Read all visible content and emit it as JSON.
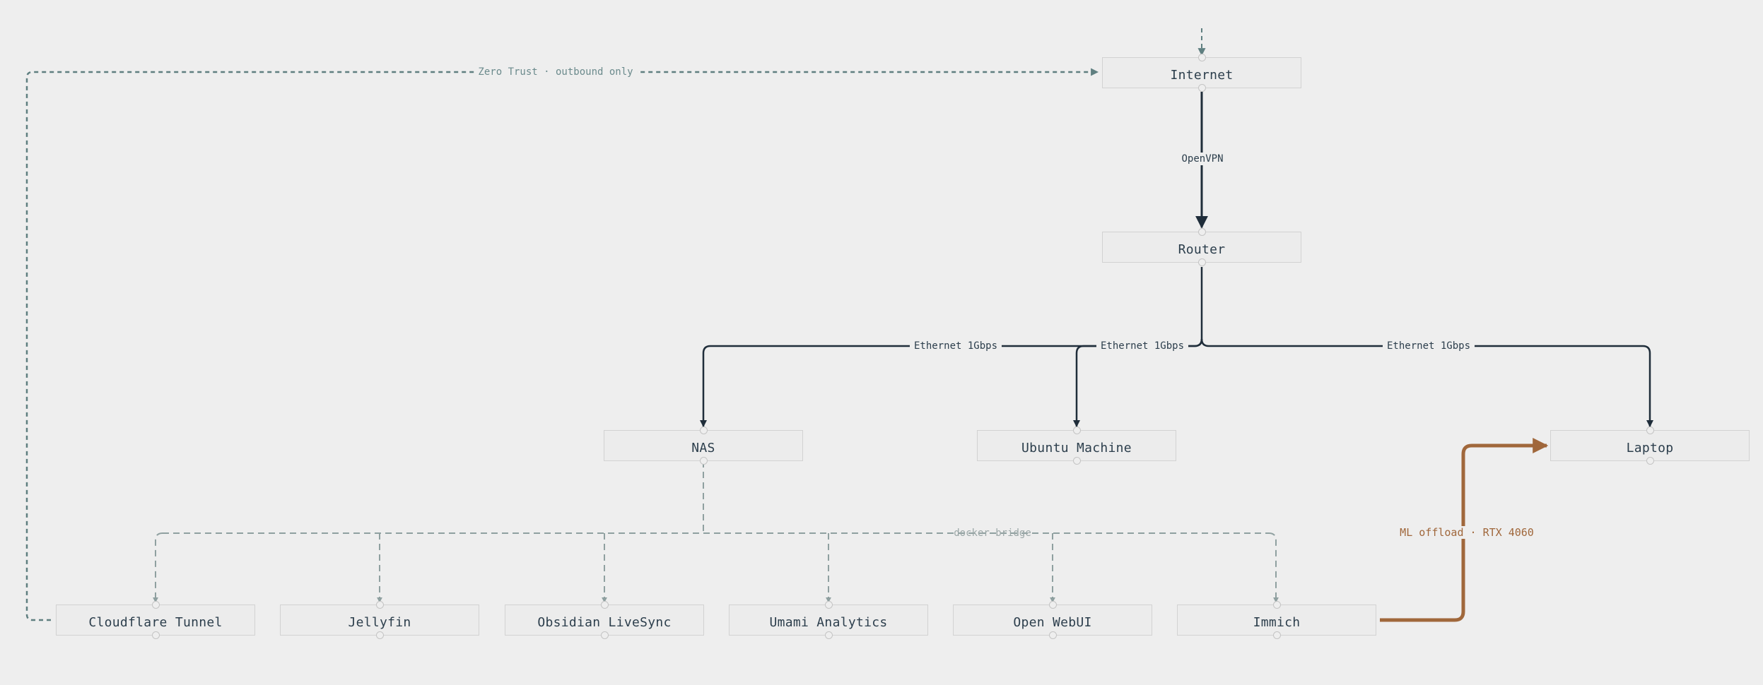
{
  "nodes": {
    "internet": "Internet",
    "router": "Router",
    "nas": "NAS",
    "ubuntu": "Ubuntu Machine",
    "laptop": "Laptop",
    "cloudflare": "Cloudflare Tunnel",
    "jellyfin": "Jellyfin",
    "obsidian": "Obsidian LiveSync",
    "umami": "Umami Analytics",
    "openwebui": "Open WebUI",
    "immich": "Immich"
  },
  "edges": {
    "openvpn": "OpenVPN",
    "eth_nas": "Ethernet 1Gbps",
    "eth_ubuntu": "Ethernet 1Gbps",
    "eth_laptop": "Ethernet 1Gbps",
    "zero_trust": "Zero Trust · outbound only",
    "docker_bridge": "docker bridge",
    "ml_offload": "ML offload · RTX 4060"
  },
  "colors": {
    "background": "#eeeeee",
    "node_border": "#d2d2d2",
    "dark_edge": "#1f2d3a",
    "teal_edge": "#5f7f80",
    "grey_edge": "#9aa6a6",
    "orange_edge": "#a0673b"
  }
}
